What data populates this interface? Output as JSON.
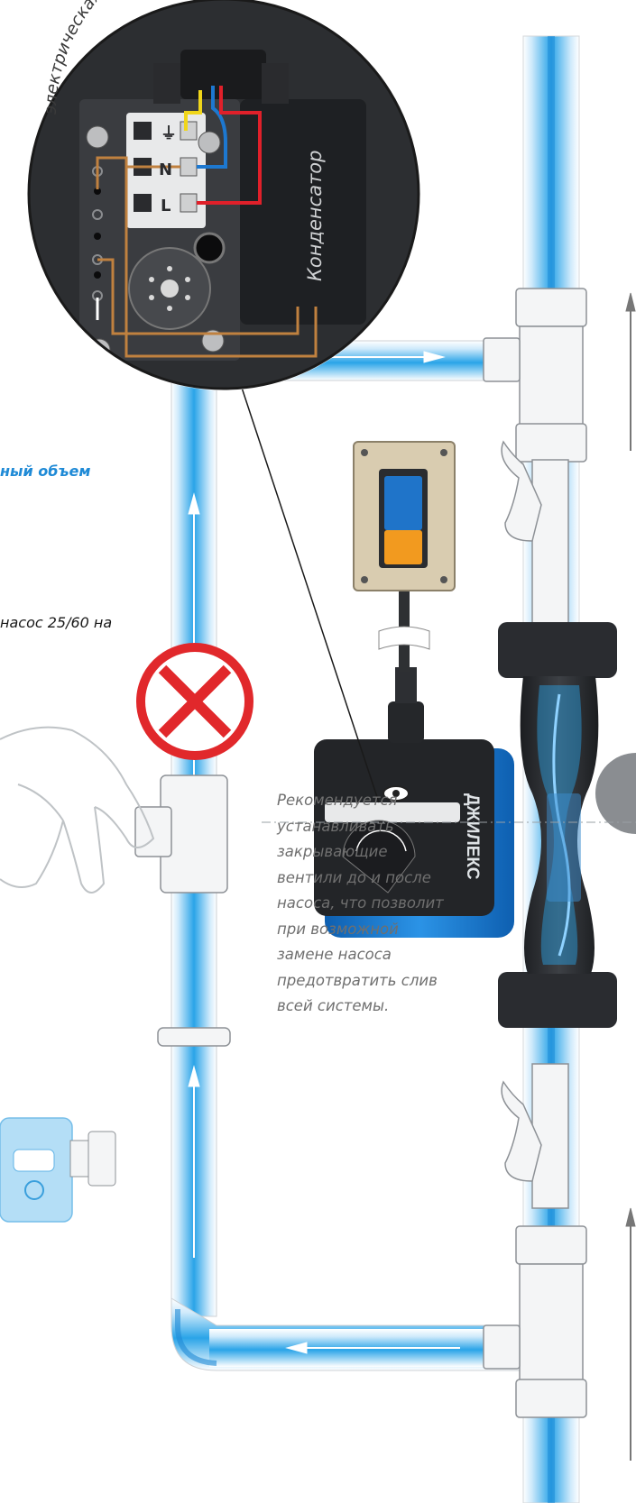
{
  "diagram": {
    "terminal_box_caption": "электрическая схема клеммной коробки",
    "capacitor_label": "Конденсатор",
    "terminal_labels": {
      "earth": "⏚",
      "neutral": "N",
      "line": "L"
    },
    "pump_brand": "ДЖИЛЕКС",
    "left_note_blue": "ный объем",
    "left_note_black": "насос 25/60 на",
    "recommendation_lines": [
      "Рекомендуется",
      "устанавливать",
      "закрывающие",
      "вентили до и после",
      "насоса, что позволит",
      "при возможной",
      "замене насоса",
      "предотвратить слив",
      "всей системы."
    ]
  },
  "colors": {
    "water": "#2aa4e8",
    "pump_body": "#1f86d8",
    "wire_brown": "#c0813f",
    "wire_blue": "#1d78d0",
    "wire_red": "#e0202a",
    "wire_yellow": "#f0d61a",
    "switch_orange": "#f29a1f",
    "no_sign_red": "#e1282b"
  }
}
